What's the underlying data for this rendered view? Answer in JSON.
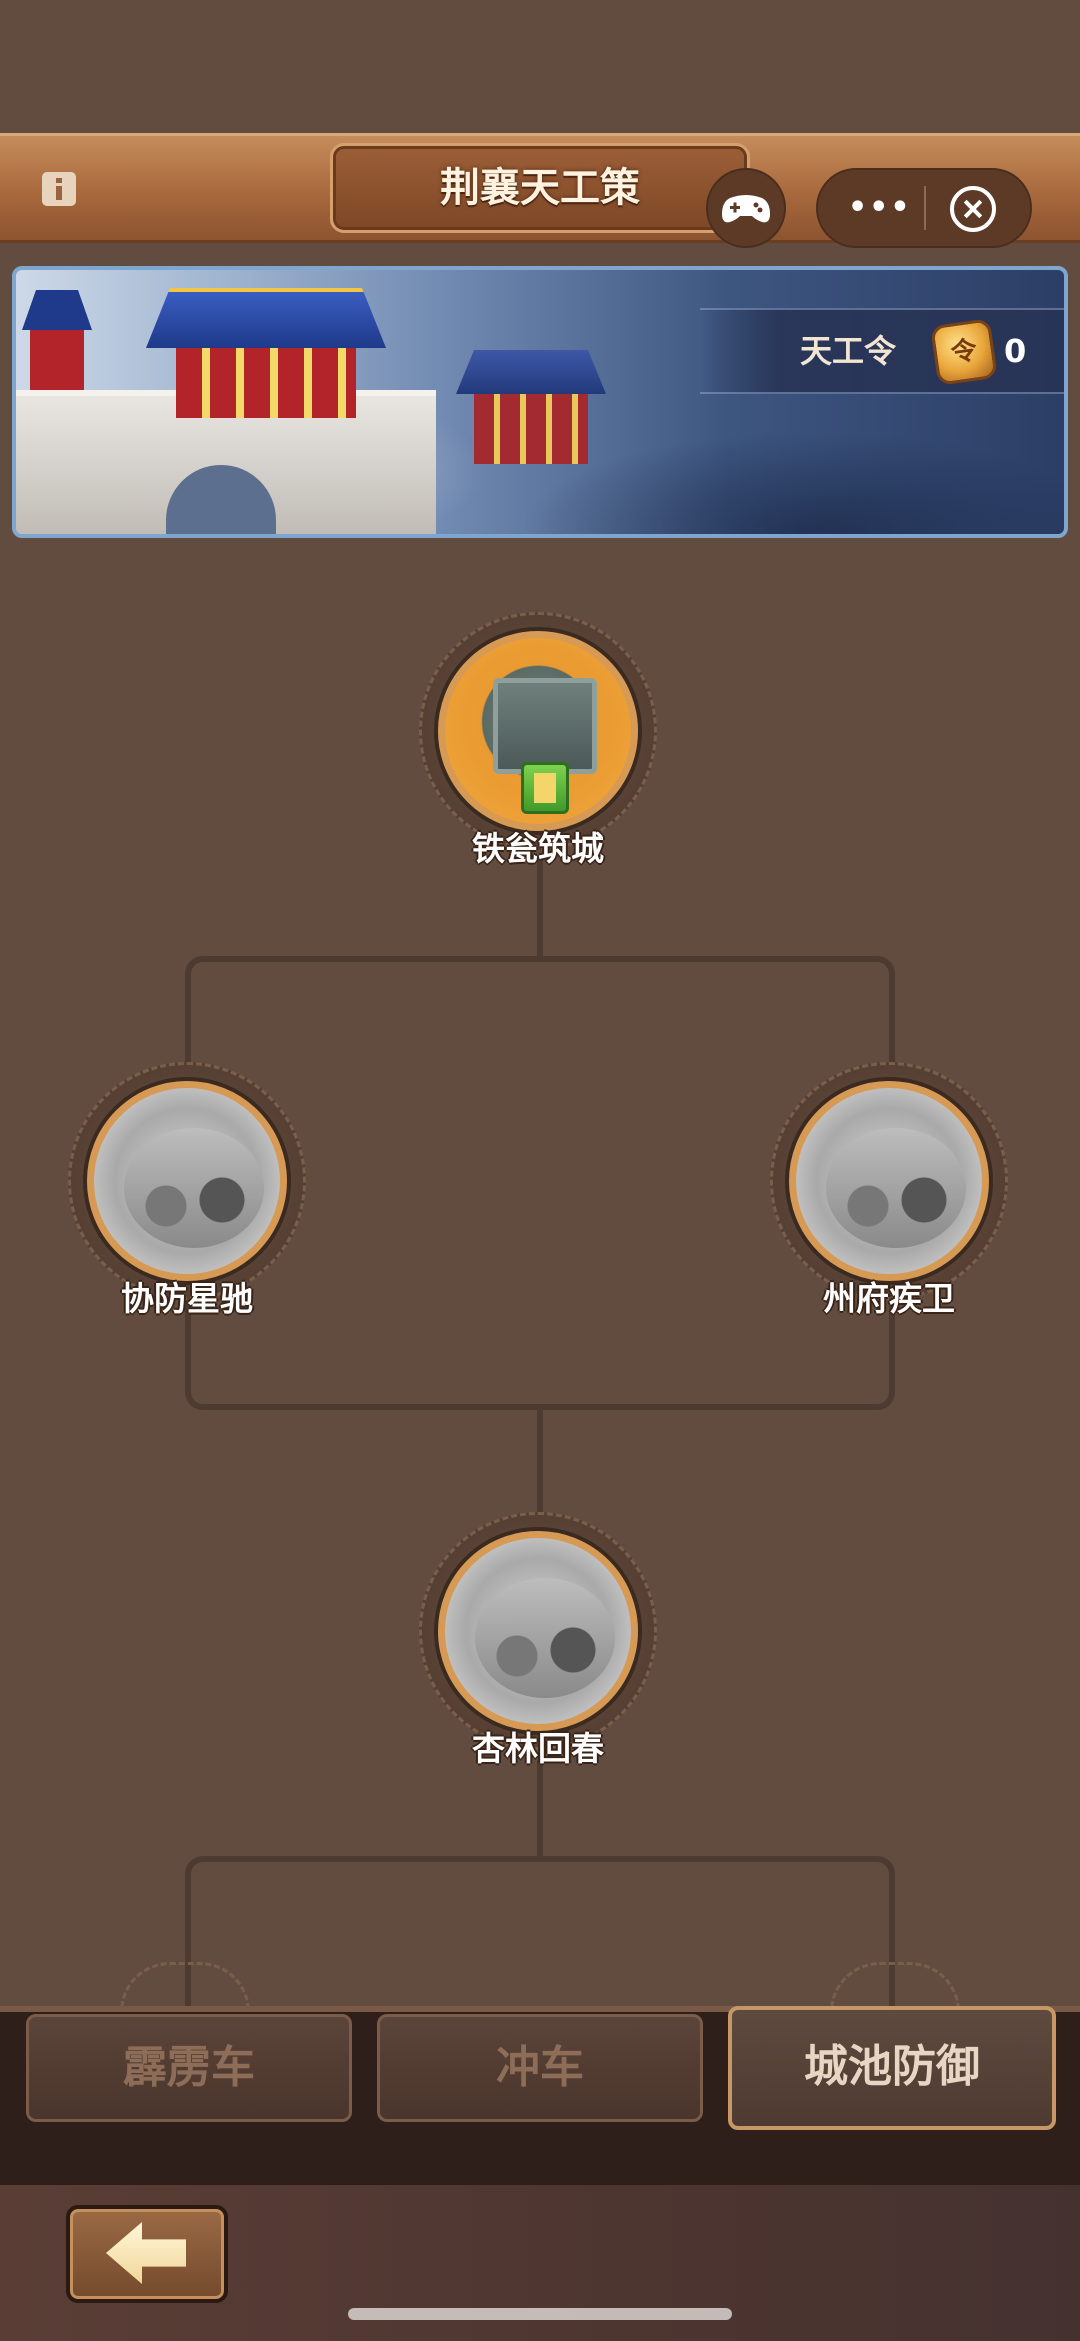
{
  "header": {
    "title": "荆襄天工策",
    "more_label": "•••"
  },
  "banner": {
    "currency_label": "天工令",
    "currency_count": "0"
  },
  "tree": {
    "nodes": [
      {
        "label": "铁瓮筑城",
        "state": "active"
      },
      {
        "label": "协防星驰",
        "state": "locked"
      },
      {
        "label": "州府疾卫",
        "state": "locked"
      },
      {
        "label": "杏林回春",
        "state": "locked"
      }
    ]
  },
  "tabs": [
    {
      "label": "霹雳车",
      "active": false
    },
    {
      "label": "冲车",
      "active": false
    },
    {
      "label": "城池防御",
      "active": true
    }
  ],
  "colors": {
    "background": "#624c40",
    "accent_gold": "#d69a55",
    "title_bar": "#a8693d",
    "tab_border_active": "#c79766"
  },
  "icons": [
    "info-icon",
    "gamepad-icon",
    "close-icon",
    "token-icon",
    "back-arrow-icon"
  ]
}
